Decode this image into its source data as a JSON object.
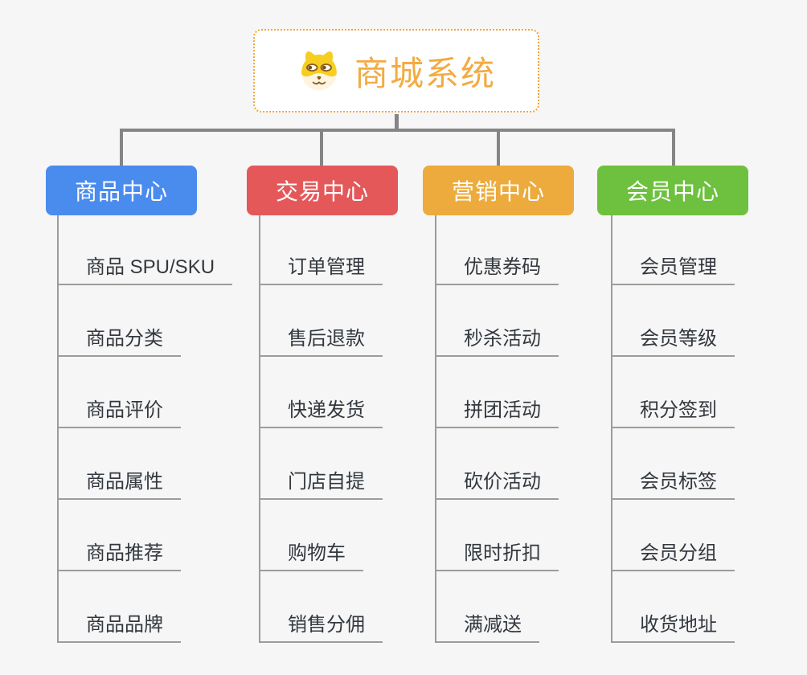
{
  "page": {
    "background": "#f6f6f6"
  },
  "root": {
    "title": "商城系统",
    "icon": "doge-icon",
    "accent_color": "#f2ab43",
    "border_color": "#f0a53a"
  },
  "style": {
    "connector_color": "#858585",
    "leaf_line_color": "#9c9c9c",
    "leaf_text_color": "#33383e"
  },
  "branches": [
    {
      "label": "商品中心",
      "color": "#4a8cee",
      "children": [
        "商品 SPU/SKU",
        "商品分类",
        "商品评价",
        "商品属性",
        "商品推荐",
        "商品品牌"
      ]
    },
    {
      "label": "交易中心",
      "color": "#e4585a",
      "children": [
        "订单管理",
        "售后退款",
        "快递发货",
        "门店自提",
        "购物车",
        "销售分佣"
      ]
    },
    {
      "label": "营销中心",
      "color": "#ecab3c",
      "children": [
        "优惠券码",
        "秒杀活动",
        "拼团活动",
        "砍价活动",
        "限时折扣",
        "满减送"
      ]
    },
    {
      "label": "会员中心",
      "color": "#6ec13f",
      "children": [
        "会员管理",
        "会员等级",
        "积分签到",
        "会员标签",
        "会员分组",
        "收货地址"
      ]
    }
  ]
}
